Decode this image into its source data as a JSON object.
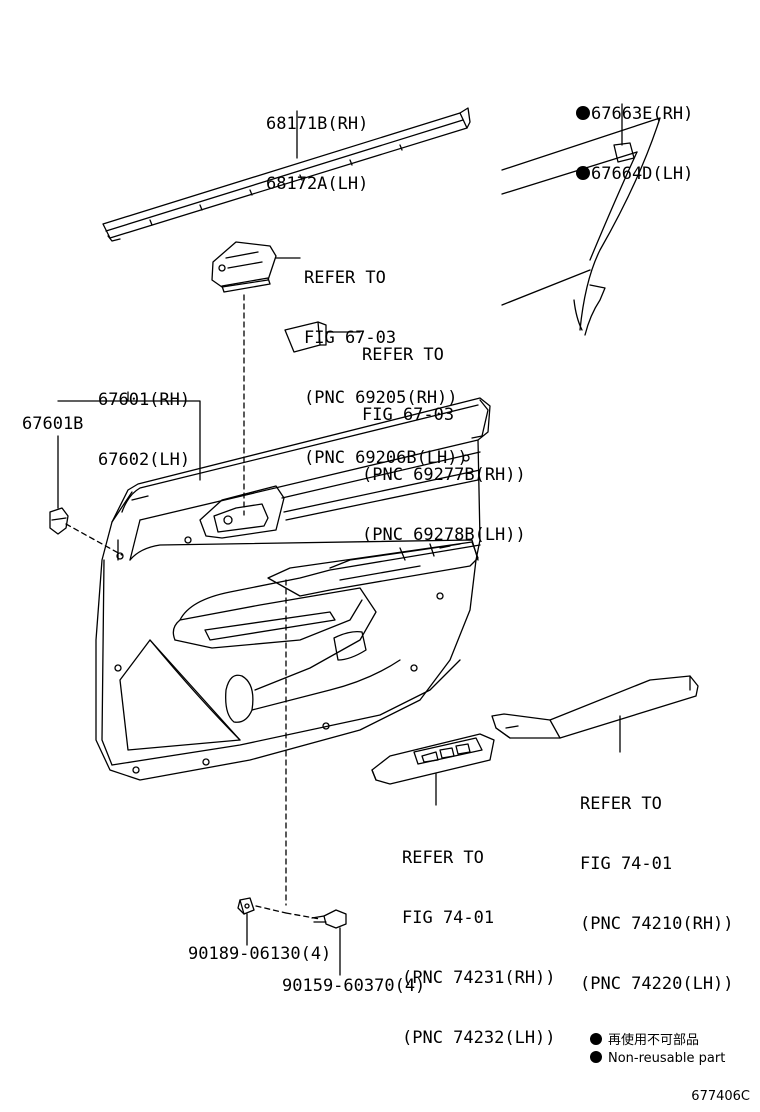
{
  "labels": {
    "moulding_rh": "68171B(RH)",
    "moulding_lh": "68172A(LH)",
    "cover_rh": "67663E(RH)",
    "cover_lh": "67664D(LH)",
    "ref1": [
      "REFER TO",
      "FIG 67-03",
      "(PNC 69205(RH))",
      "(PNC 69206B(LH))"
    ],
    "ref2": [
      "REFER TO",
      "FIG 67-03",
      "(PNC 69277B(RH))",
      "(PNC 69278B(LH))"
    ],
    "panel_rh": "67601(RH)",
    "panel_lh": "67602(LH)",
    "clip": "67601B",
    "ref3": [
      "REFER TO",
      "FIG 74-01",
      "(PNC 74210(RH))",
      "(PNC 74220(LH))"
    ],
    "ref4": [
      "REFER TO",
      "FIG 74-01",
      "(PNC 74231(RH))",
      "(PNC 74232(LH))"
    ],
    "nut": "90189-06130(4)",
    "screw": "90159-60370(4)"
  },
  "legend": {
    "jp": "再使用不可部品",
    "en": "Non-reusable part"
  },
  "diagram_code": "677406C"
}
